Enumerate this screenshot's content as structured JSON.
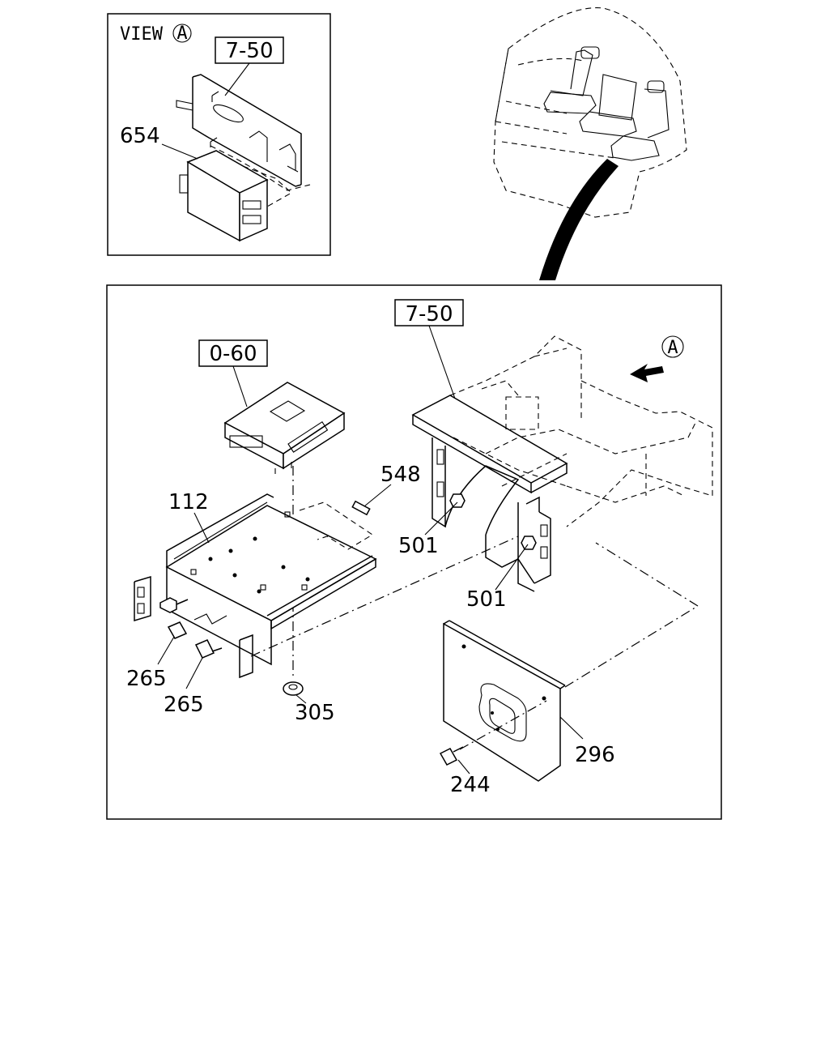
{
  "view": {
    "title": "VIEW",
    "marker": "A"
  },
  "direction_marker": "A",
  "refs": {
    "inset_ref": "7-50",
    "main_ref": "7-50",
    "ecu_ref": "0-60"
  },
  "labels": {
    "p654": "654",
    "p548": "548",
    "p112": "112",
    "p501a": "501",
    "p501b": "501",
    "p265a": "265",
    "p265b": "265",
    "p305": "305",
    "p296": "296",
    "p244": "244"
  }
}
